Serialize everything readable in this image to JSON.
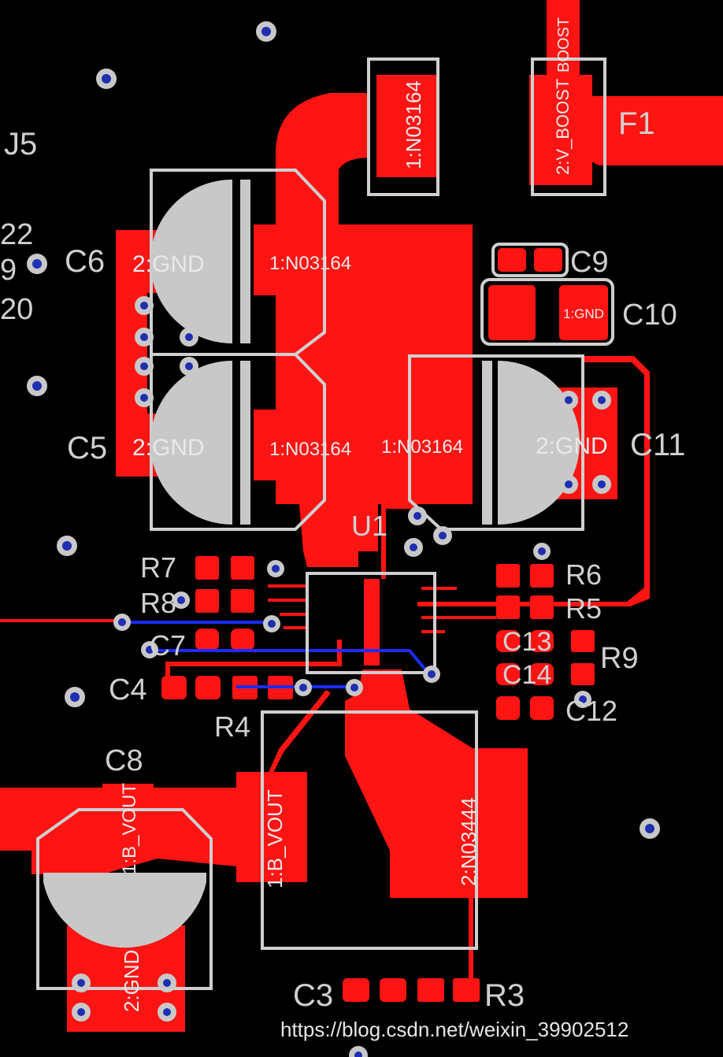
{
  "colors": {
    "background": "#000000",
    "copper": "#ff1414",
    "silkscreen": "#d0d0d0",
    "via_ring": "#c8c8c8",
    "via_hole": "#1f2fb0",
    "bottom_trace": "#1a2cff"
  },
  "designators": {
    "J5": "J5",
    "C6": "C6",
    "C5": "C5",
    "C9": "C9",
    "C10": "C10",
    "C11": "C11",
    "F1": "F1",
    "U1": "U1",
    "R7": "R7",
    "R8": "R8",
    "C7": "C7",
    "C4": "C4",
    "R4": "R4",
    "R6": "R6",
    "R5": "R5",
    "C13": "C13",
    "C14": "C14",
    "R9": "R9",
    "C12": "C12",
    "C8": "C8",
    "C3": "C3",
    "R3": "R3",
    "edge_22": "22",
    "edge_9": "9",
    "edge_20": "20"
  },
  "pad_labels": {
    "c6_gnd": "2:GND",
    "c6_net": "1:N03164",
    "c5_gnd": "2:GND",
    "c5_net": "1:N03164",
    "c11_net": "1:N03164",
    "c11_gnd": "2:GND",
    "diode_top": "1:N03164",
    "f1_pad": "2:V_BOOST",
    "f1_edge": "BOOST",
    "c10_gnd": "1:GND",
    "c8_vout": "1:B_VOUT",
    "c8_gnd": "2:GND",
    "inductor_vout": "1:B_VOUT",
    "inductor_net": "2:N03444"
  },
  "watermark": "https://blog.csdn.net/weixin_39902512"
}
